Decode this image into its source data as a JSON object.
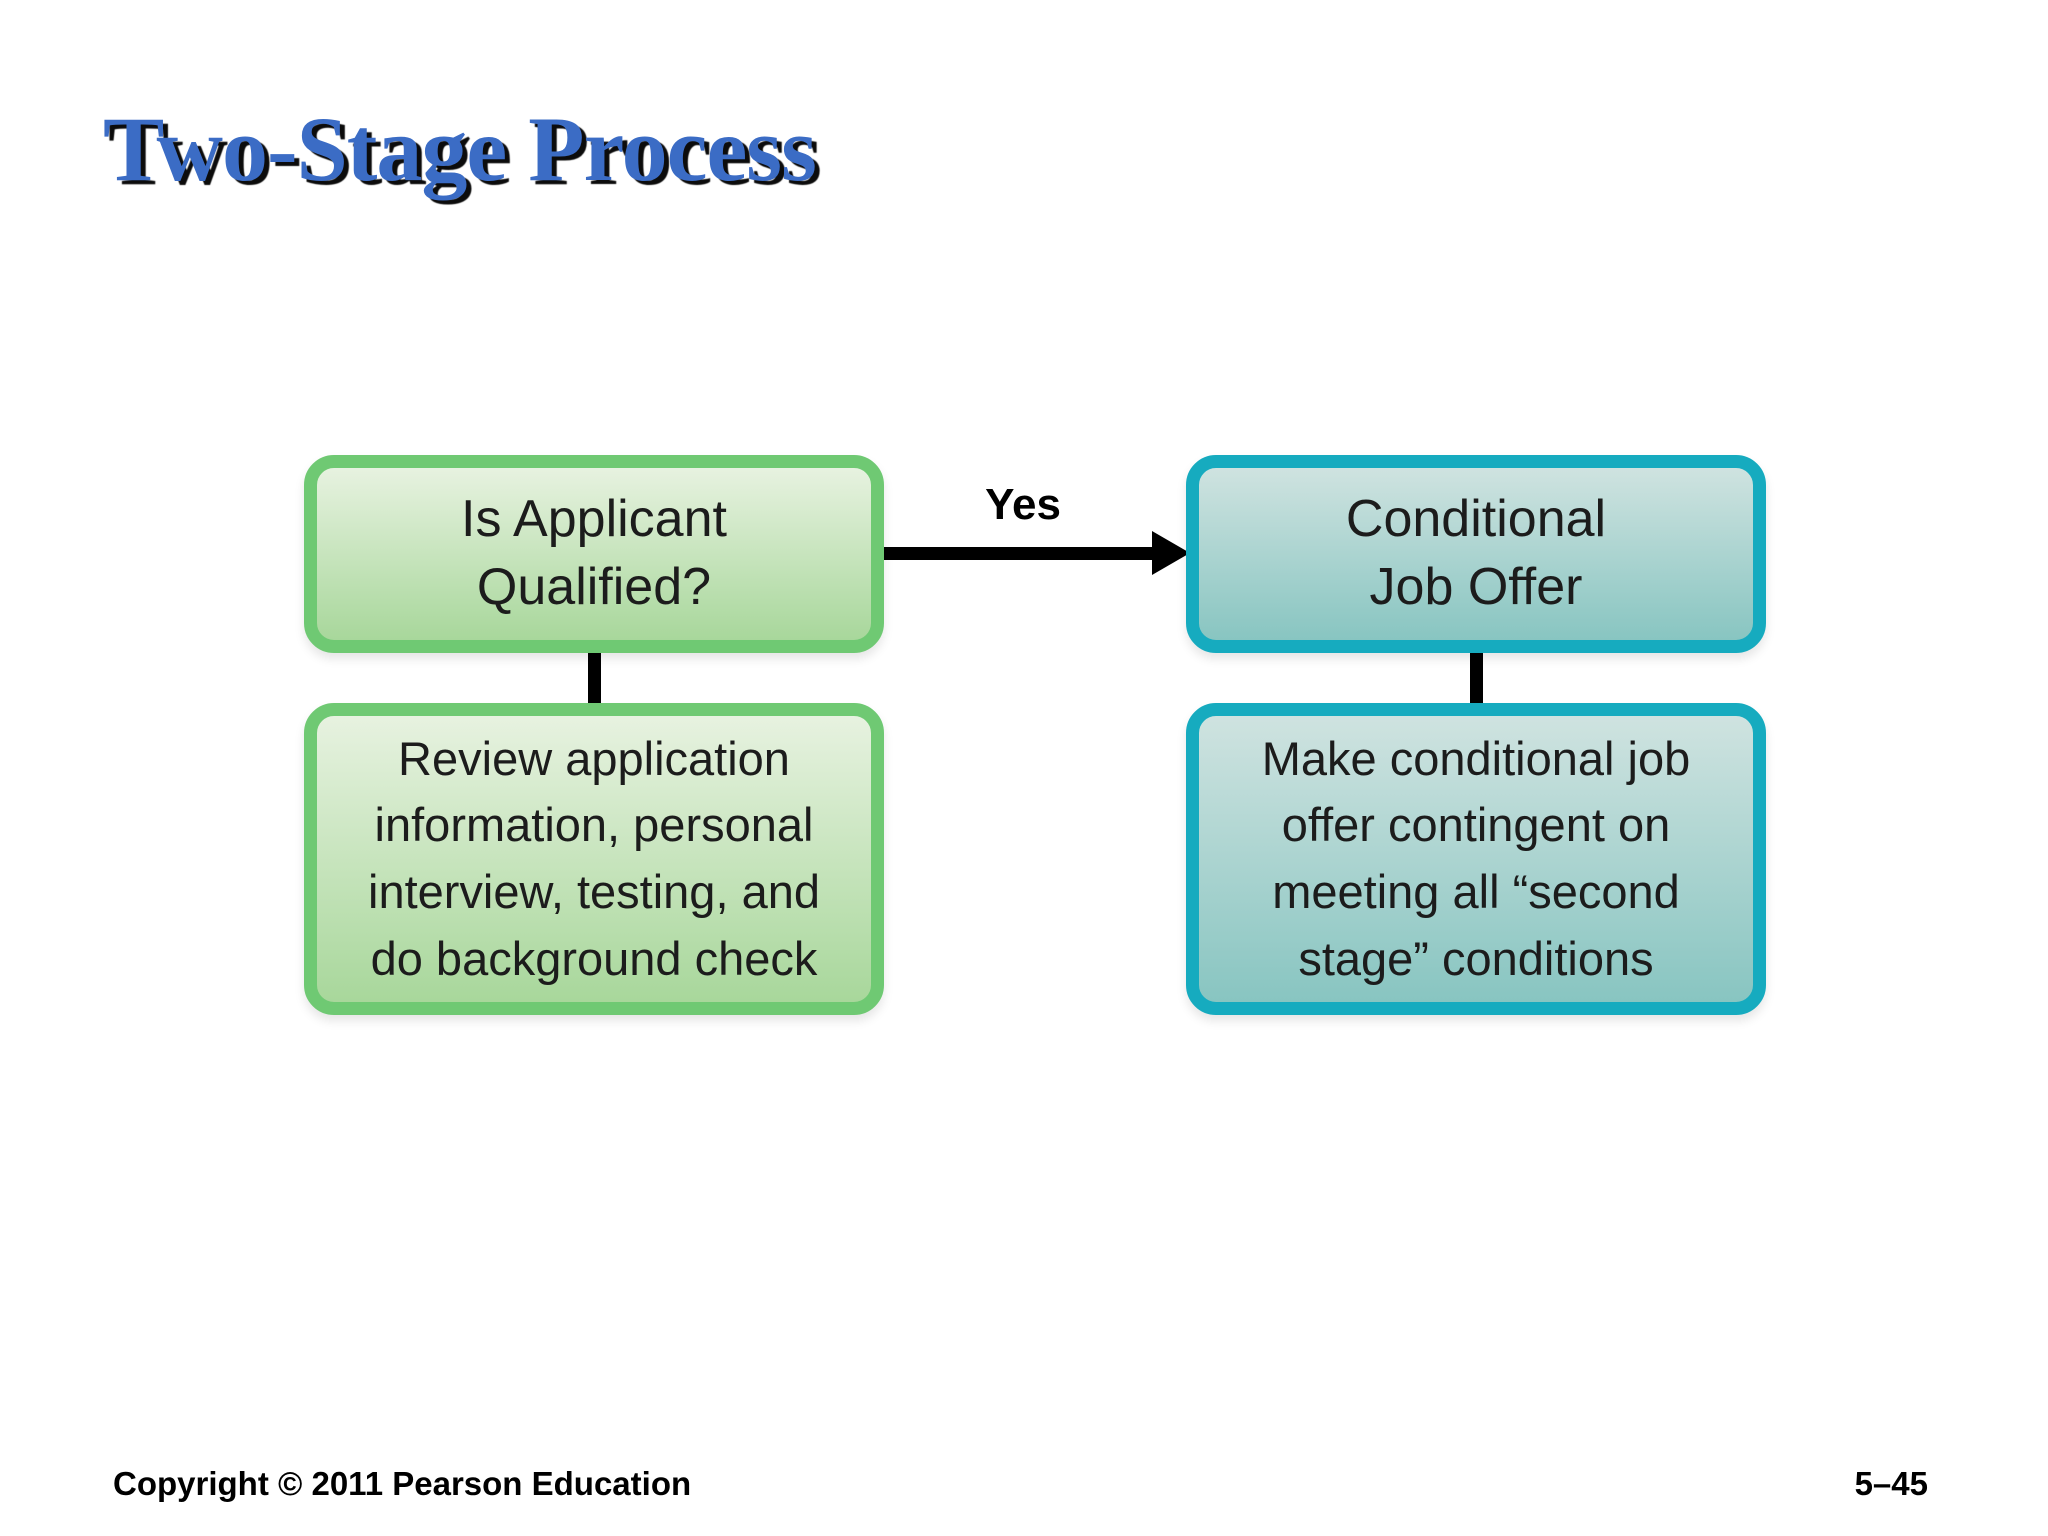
{
  "title": "Two-Stage Process",
  "diagram": {
    "arrow_label": "Yes",
    "stage1": {
      "decision": "Is Applicant\nQualified?",
      "detail": "Review application\ninformation, personal\ninterview, testing, and\ndo background check"
    },
    "stage2": {
      "decision": "Conditional\nJob Offer",
      "detail": "Make conditional job\noffer contingent on\nmeeting all “second\nstage” conditions"
    }
  },
  "footer": {
    "copyright": "Copyright © 2011 Pearson Education",
    "page_number": "5–45"
  },
  "colors": {
    "title_blue": "#3b6cc5",
    "green_border": "#6fc973",
    "green_fill_top": "#e7f2e0",
    "green_fill_bottom": "#a8d79b",
    "teal_border": "#16abbf",
    "teal_fill_top": "#cfe3e0",
    "teal_fill_bottom": "#88c5c1",
    "ink": "#1c1c1c"
  }
}
